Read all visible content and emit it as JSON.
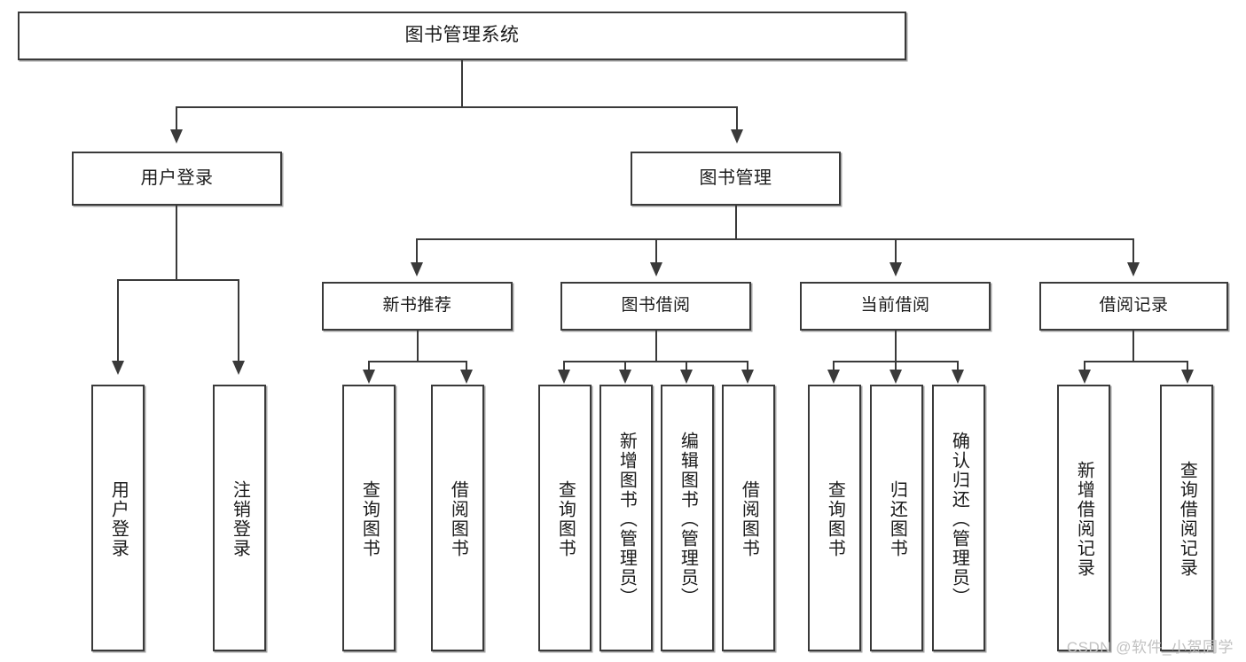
{
  "diagram": {
    "type": "tree-hierarchy",
    "title": "图书管理系统",
    "root": {
      "label": "图书管理系统"
    },
    "level1": [
      {
        "label": "用户登录"
      },
      {
        "label": "图书管理"
      }
    ],
    "level2": [
      {
        "label": "新书推荐"
      },
      {
        "label": "图书借阅"
      },
      {
        "label": "当前借阅"
      },
      {
        "label": "借阅记录"
      }
    ],
    "leaves": {
      "user_login": [
        {
          "label": "用户登录"
        },
        {
          "label": "注销登录"
        }
      ],
      "new_book_recommend": [
        {
          "label": "查询图书"
        },
        {
          "label": "借阅图书"
        }
      ],
      "book_borrow": [
        {
          "label": "查询图书"
        },
        {
          "label": "新增图书（管理员）"
        },
        {
          "label": "编辑图书（管理员）"
        },
        {
          "label": "借阅图书"
        }
      ],
      "current_borrow": [
        {
          "label": "查询图书"
        },
        {
          "label": "归还图书"
        },
        {
          "label": "确认归还（管理员）"
        }
      ],
      "borrow_record": [
        {
          "label": "新增借阅记录"
        },
        {
          "label": "查询借阅记录"
        }
      ]
    }
  },
  "watermark": {
    "text": "CSDN @软件_小贺同学"
  },
  "colors": {
    "stroke": "#3a3a3a",
    "background": "#ffffff",
    "text": "#1b1b1b",
    "watermark": "#c2c2c2"
  }
}
